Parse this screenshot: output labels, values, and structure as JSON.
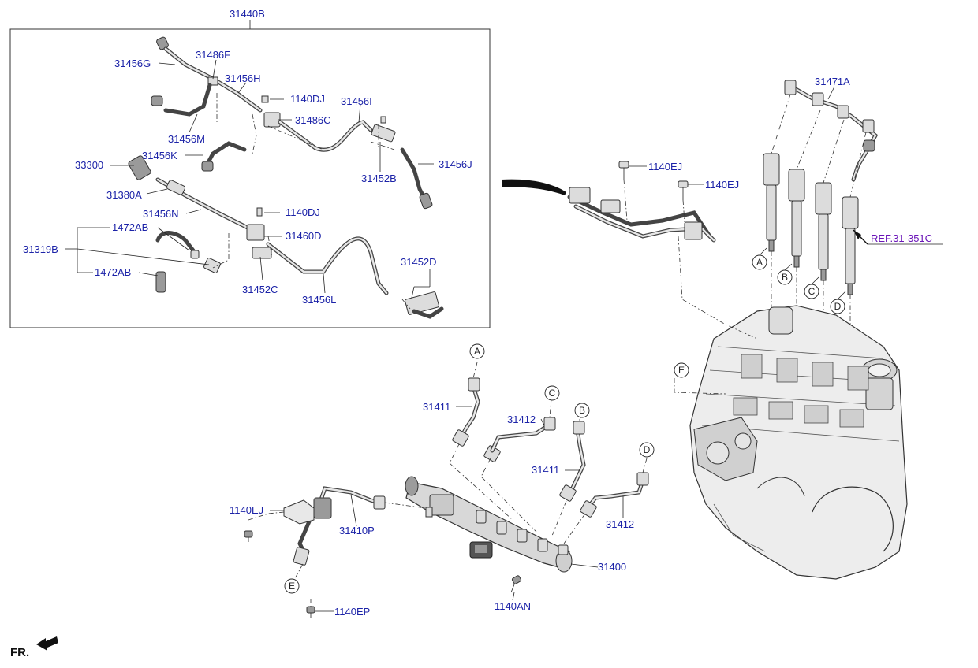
{
  "diagram": {
    "group_label": "31440B",
    "labels": {
      "p31456G": "31456G",
      "p31486F": "31486F",
      "p31456H": "31456H",
      "p1140DJ_a": "1140DJ",
      "p31456I": "31456I",
      "p31486C": "31486C",
      "p31456M": "31456M",
      "p31456K": "31456K",
      "p31452B": "31452B",
      "p31456J": "31456J",
      "p33300": "33300",
      "p31380A": "31380A",
      "p31456N": "31456N",
      "p1140DJ_b": "1140DJ",
      "p1472AB_a": "1472AB",
      "p31460D": "31460D",
      "p31319B": "31319B",
      "p31452D": "31452D",
      "p1472AB_b": "1472AB",
      "p31452C": "31452C",
      "p31456L": "31456L",
      "p31471A": "31471A",
      "p1140EJ_a": "1140EJ",
      "p1140EJ_b": "1140EJ",
      "ref": "REF.31-351C",
      "p31411_a": "31411",
      "p31412_a": "31412",
      "p31411_b": "31411",
      "p31412_b": "31412",
      "p1140EJ_c": "1140EJ",
      "p31410P": "31410P",
      "p31400": "31400",
      "p1140AN": "1140AN",
      "p1140EP": "1140EP"
    },
    "circle_markers": {
      "A": "A",
      "B": "B",
      "C": "C",
      "D": "D",
      "E": "E"
    },
    "front_marker": "FR."
  }
}
